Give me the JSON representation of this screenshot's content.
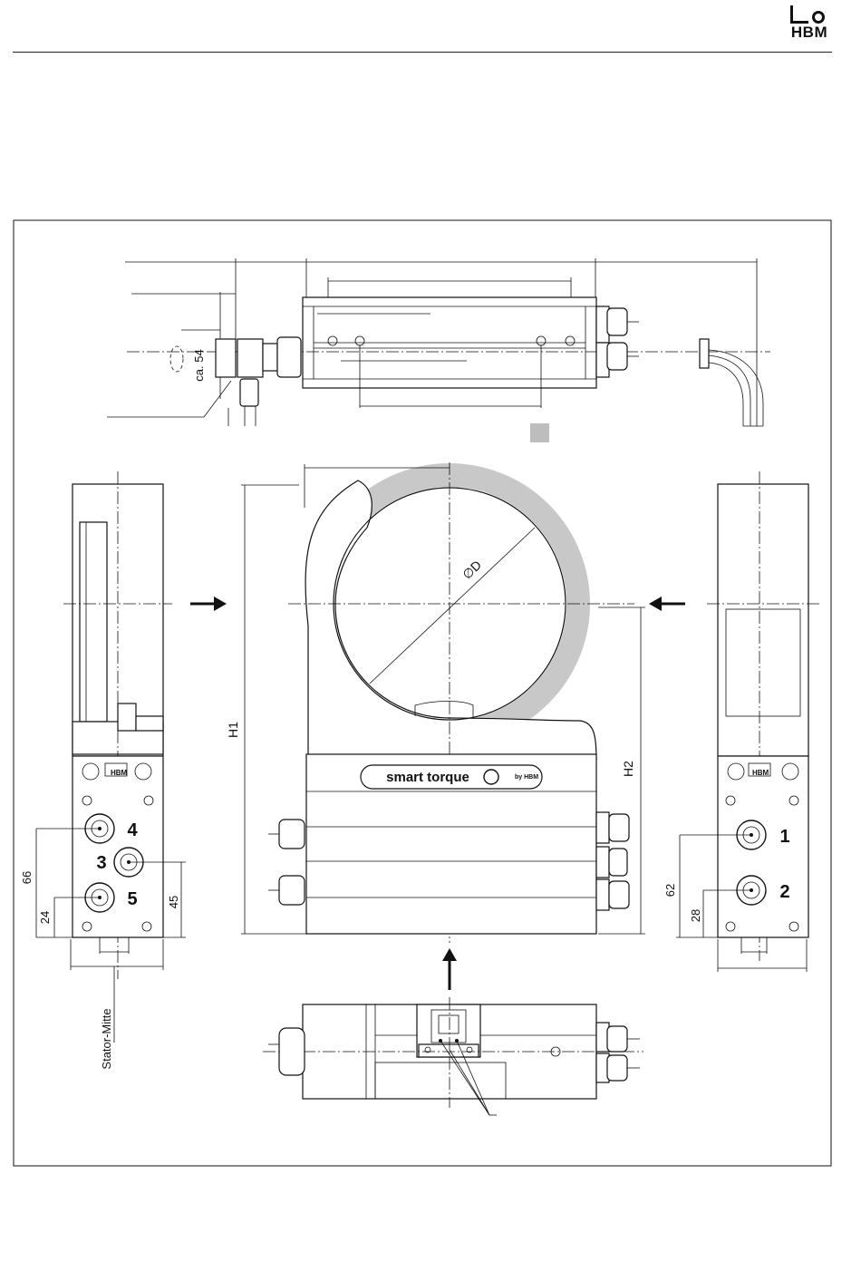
{
  "header": {
    "logo_text": "HBM"
  },
  "drawing": {
    "dim_ca54": "ca. 54",
    "dim_diameter": "∅D",
    "dim_H1": "H1",
    "dim_H2": "H2",
    "dim_66": "66",
    "dim_24": "24",
    "dim_45": "45",
    "dim_62": "62",
    "dim_28": "28",
    "label_stator_center": "Stator-Mitte",
    "brand_plate": "smart torque",
    "brand_plate_sub": "by HBM",
    "plate_logo": "HBM",
    "connector_labels_left": [
      "4",
      "3",
      "5"
    ],
    "connector_labels_right": [
      "1",
      "2"
    ]
  },
  "colors": {
    "rotor_ring": "#c8c8c8",
    "ink": "#111111",
    "gray_marker": "#bdbdbd"
  }
}
